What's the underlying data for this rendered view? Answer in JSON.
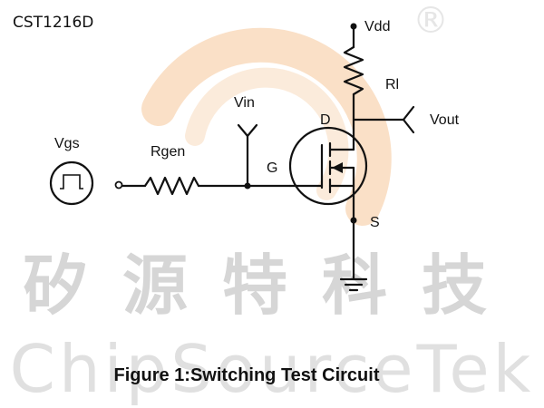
{
  "document_id": "CST1216D",
  "caption": "Figure 1:Switching Test Circuit",
  "labels": {
    "vdd": "Vdd",
    "rl": "Rl",
    "vout": "Vout",
    "vin": "Vin",
    "drain": "D",
    "gate": "G",
    "source": "S",
    "vgs": "Vgs",
    "rgen": "Rgen"
  },
  "watermark": {
    "chinese": "矽源特科技",
    "english": "ChipSourceTek",
    "registered": "®"
  },
  "colors": {
    "ink": "#111111",
    "logo_orange": "#f6c79a",
    "watermark_gray": "#d6d6d6"
  }
}
